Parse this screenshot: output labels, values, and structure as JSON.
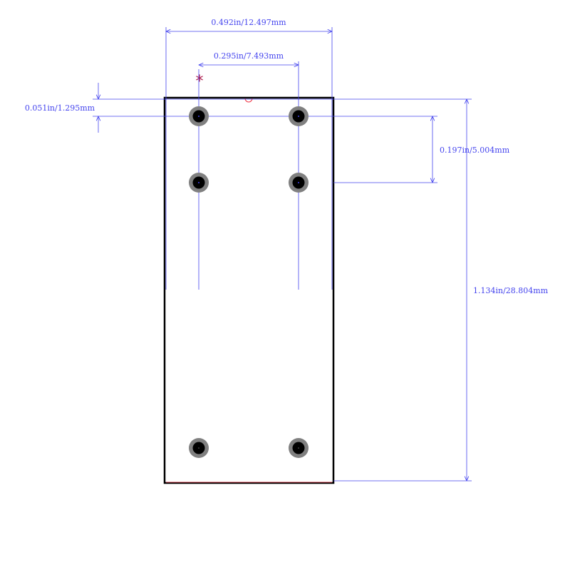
{
  "title": "",
  "colors": {
    "dimension": "#4444ee",
    "outline": "#000000",
    "pad_ring": "#808080",
    "pad_hole": "#000000",
    "pin1_marker": "#aa1144",
    "notch": "#ee3344",
    "background": "#ffffff"
  },
  "pin1_marker": "*",
  "dimensions": {
    "overall_width": "0.492in/12.497mm",
    "pin_pitch_x": "0.295in/7.493mm",
    "top_offset": "0.051in/1.295mm",
    "pin_pitch_y": "0.197in/5.004mm",
    "overall_height": "1.134in/28.804mm"
  },
  "pads": [
    {
      "name": "pad-top-left"
    },
    {
      "name": "pad-top-right"
    },
    {
      "name": "pad-second-left"
    },
    {
      "name": "pad-second-right"
    },
    {
      "name": "pad-bottom-left"
    },
    {
      "name": "pad-bottom-right"
    }
  ]
}
